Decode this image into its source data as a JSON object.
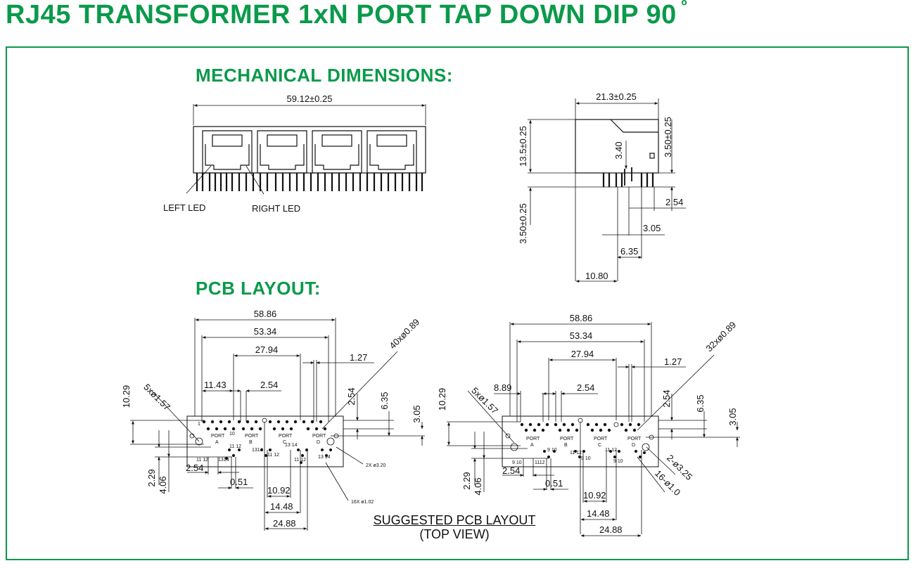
{
  "title": "RJ45 TRANSFORMER 1xN PORT TAP DOWN DIP 90",
  "title_degree": "°",
  "sections": {
    "mechanical": "MECHANICAL DIMENSIONS:",
    "pcb": "PCB LAYOUT:"
  },
  "front_view": {
    "width_dim": "59.12±0.25",
    "left_led": "LEFT LED",
    "right_led": "RIGHT LED"
  },
  "side_view": {
    "depth_dim": "21.3±0.25",
    "height_dim": "13.5±0.25",
    "dim_340": "3.40",
    "dim_top": "3.50±0.25",
    "dim_bottom": "3.50±0.25",
    "dim_254": "2.54",
    "dim_305": "3.05",
    "dim_635": "6.35",
    "dim_1080": "10.80"
  },
  "pcb_left": {
    "d5886": "58.86",
    "d5334": "53.34",
    "d2794": "27.94",
    "d127": "1.27",
    "d1143": "11.43",
    "d254a": "2.54",
    "d254b": "2.54",
    "d635": "6.35",
    "d305": "3.05",
    "d1029": "10.29",
    "holes5": "5xø1.57",
    "holes40": "40xø0.89",
    "d229": "2.29",
    "d406": "4.06",
    "d254c": "2.54",
    "d051": "0.51",
    "d1092": "10.92",
    "d1448": "14.48",
    "d2488": "24.88",
    "holes2": "2X ø3.20",
    "holes16": "16X ø1.02",
    "port_a": "PORT",
    "port_b": "PORT",
    "port_c": "PORT",
    "port_d": "PORT",
    "a": "A",
    "b": "B",
    "c": "C",
    "d": "D",
    "n1": "1",
    "n10": "10",
    "n11a": "11 12",
    "n13a": "13 14",
    "n11b": "11 12",
    "n13b": "1314",
    "n11c": "11 12",
    "n13c": "1314",
    "n11d": "11 12",
    "n13d": "13 14"
  },
  "pcb_right": {
    "d5886": "58.86",
    "d5334": "53.34",
    "d2794": "27.94",
    "d127": "1.27",
    "d889": "8.89",
    "d254a": "2.54",
    "d254b": "2.54",
    "d635": "6.35",
    "d305": "3.05",
    "d1029": "10.29",
    "holes5": "5xø1.57",
    "holes32": "32xø0.89",
    "d229": "2.29",
    "d406": "4.06",
    "d254c": "2.54",
    "d051": "0.51",
    "d1092": "10.92",
    "d1448": "14.48",
    "d2488": "24.88",
    "holes2": "2-ø3.25",
    "holes16": "16-ø1.0",
    "port_a": "PORT",
    "port_b": "PORT",
    "port_c": "PORT",
    "port_d": "PORT",
    "a": "A",
    "b": "B",
    "c": "C",
    "d": "D",
    "n9a": "9 10",
    "n11a": "11 12",
    "n9b": "9 10",
    "n11b": "1112",
    "n9c": "9 10",
    "n11c": "11 12",
    "n9d": "9 10"
  },
  "footer": {
    "line1": "SUGGESTED PCB LAYOUT",
    "line2": "(TOP VIEW)"
  }
}
